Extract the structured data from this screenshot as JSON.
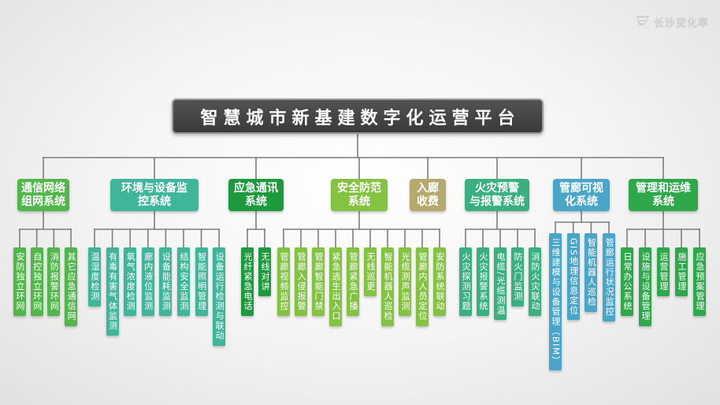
{
  "logo": {
    "text": "长沙变化率",
    "icon": "brand-logo-icon"
  },
  "root": {
    "title": "智慧城市新基建数字化运营平台",
    "color": "#525252"
  },
  "categories": [
    {
      "label": "通信网络\n组网系统",
      "color": "#52b74b",
      "children": [
        "安防独立环网",
        "自控独立环网",
        "消防报警环网",
        "其它应急通信网"
      ]
    },
    {
      "label": "环境与设备监\n控系统",
      "color": "#3fb59a",
      "children": [
        "温湿度检测",
        "有毒有害气体监测",
        "氧气浓度检测",
        "廊内液位监测",
        "设备能耗监测",
        "结构安全监测",
        "智能照明管理",
        "设备运行检测与联动"
      ]
    },
    {
      "label": "应急通讯\n系统",
      "color": "#1c9a3d",
      "children": [
        "光纤紧急电话",
        "无线对讲"
      ]
    },
    {
      "label": "安全防范\n系统",
      "color": "#84c341",
      "children": [
        "管廊视频监控",
        "管廊入侵报警",
        "管廊智能门禁",
        "紧急逃生出入口",
        "管廊紧急广播",
        "无线巡更",
        "智能机器人巡检",
        "光缆测声监测",
        "管廊内人员定位",
        "安防系统联动"
      ]
    },
    {
      "label": "入廊\n收费",
      "color": "#b5aa6e",
      "children": []
    },
    {
      "label": "火灾预警\n与报警系统",
      "color": "#3aaf80",
      "children": [
        "火灾探测习题",
        "火灾报警系统",
        "电缆/光缆测温",
        "防火门监测",
        "消防火灾联动"
      ]
    },
    {
      "label": "管廊可视\n化系统",
      "color": "#4aa6c8",
      "children": [
        "三维建模与设备管理（BIM）",
        "GIS地理信息定位",
        "智能机器人巡检",
        "管廊运行状况监控"
      ]
    },
    {
      "label": "管理和运维\n系统",
      "color": "#2ea84b",
      "children": [
        "日常办公系统",
        "设施与设备管理",
        "运营管理",
        "施工管理",
        "应急预案管理"
      ]
    }
  ]
}
